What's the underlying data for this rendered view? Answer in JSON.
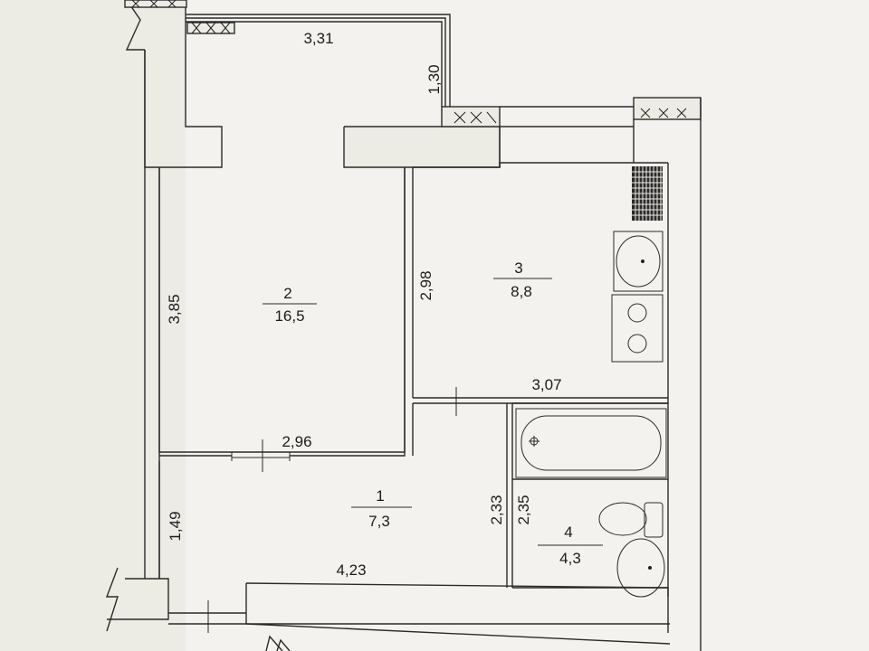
{
  "colors": {
    "paper": "#ecebe4",
    "ink": "#2a2a2a"
  },
  "rooms": [
    {
      "number": "1",
      "area": "7,3"
    },
    {
      "number": "2",
      "area": "16,5"
    },
    {
      "number": "3",
      "area": "8,8"
    },
    {
      "number": "4",
      "area": "4,3"
    }
  ],
  "dimensions": {
    "top_width": "3,31",
    "balcony_depth": "1,30",
    "room2_height": "3,85",
    "room2_width": "2,96",
    "room3_height": "2,98",
    "room3_width": "3,07",
    "room1_height": "1,49",
    "room1_width": "4,23",
    "bath_height_a": "2,33",
    "bath_height_b": "2,35"
  },
  "fixtures": [
    "window-icon",
    "stove-icon",
    "sink-icon",
    "bathtub-icon",
    "toilet-icon",
    "ventilation-grid-icon"
  ]
}
